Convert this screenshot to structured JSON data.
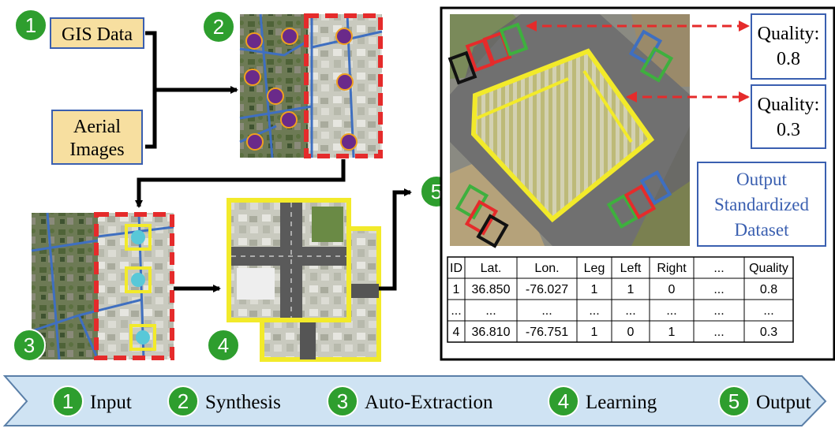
{
  "colors": {
    "badge_green": "#2e9e2e",
    "input_box_fill": "#f7dfa0",
    "input_box_border": "#3a5fb0",
    "dashed_red": "#e52b2b",
    "highlight_yellow": "#f2ea2a",
    "node_purple": "#6a2a8a",
    "node_orange": "#f0a020",
    "node_cyan": "#58c8d8",
    "road_blue": "#3f6fc0",
    "output_blue": "#3a5fb0",
    "arrow_fill": "#cfe3f3"
  },
  "input": {
    "gis_label": "GIS Data",
    "aerial_label_line1": "Aerial",
    "aerial_label_line2": "Images"
  },
  "badges": [
    "1",
    "2",
    "3",
    "4",
    "5"
  ],
  "quality_callouts": [
    {
      "label": "Quality:",
      "value": "0.8"
    },
    {
      "label": "Quality:",
      "value": "0.3"
    }
  ],
  "output_label": [
    "Output",
    "Standardized",
    "Dataset"
  ],
  "table": {
    "headers": [
      "ID",
      "Lat.",
      "Lon.",
      "Leg",
      "Left",
      "Right",
      "...",
      "Quality"
    ],
    "rows": [
      [
        "1",
        "36.850",
        "-76.027",
        "1",
        "1",
        "0",
        "...",
        "0.8"
      ],
      [
        "...",
        "...",
        "...",
        "...",
        "...",
        "...",
        "...",
        "..."
      ],
      [
        "4",
        "36.810",
        "-76.751",
        "1",
        "0",
        "1",
        "...",
        "0.3"
      ]
    ]
  },
  "pipeline": [
    {
      "num": "1",
      "label": "Input"
    },
    {
      "num": "2",
      "label": "Synthesis"
    },
    {
      "num": "3",
      "label": "Auto-Extraction"
    },
    {
      "num": "4",
      "label": "Learning"
    },
    {
      "num": "5",
      "label": "Output"
    }
  ]
}
